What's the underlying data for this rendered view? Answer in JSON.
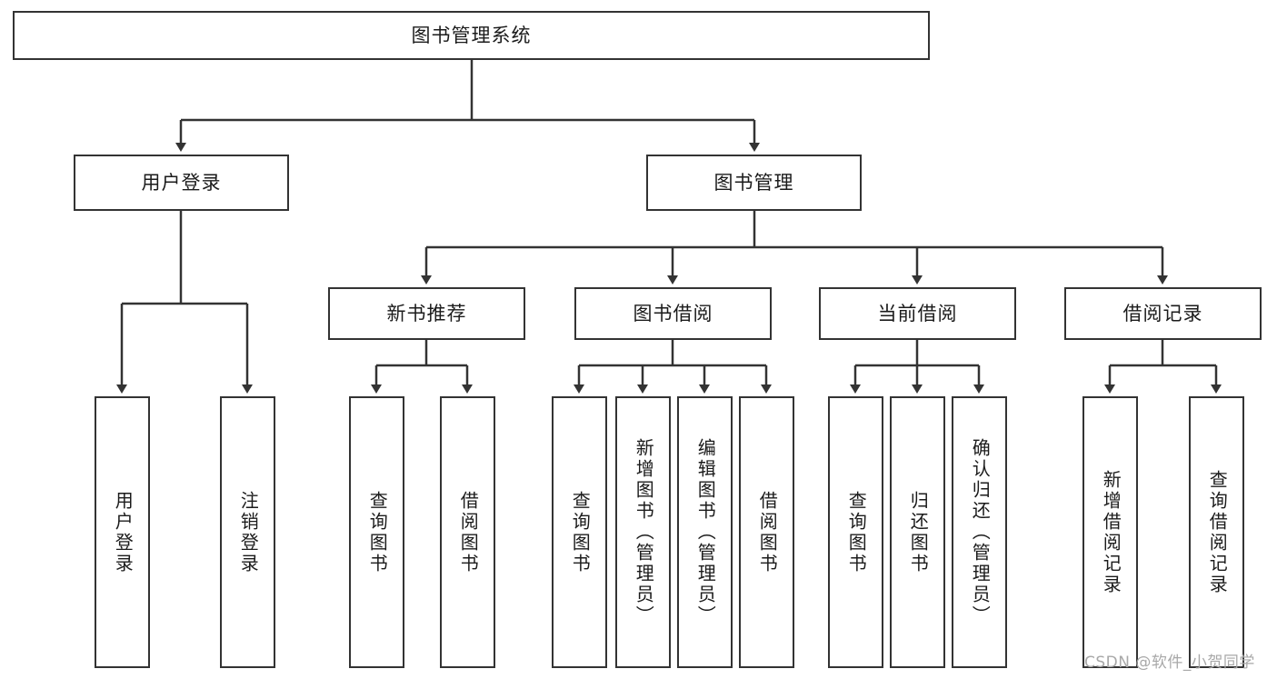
{
  "diagram": {
    "title": "图书管理系统",
    "kind": "tree-structure-chart",
    "root": {
      "label": "图书管理系统"
    },
    "level2": [
      {
        "label": "用户登录"
      },
      {
        "label": "图书管理"
      }
    ],
    "level3": [
      {
        "label": "新书推荐"
      },
      {
        "label": "图书借阅"
      },
      {
        "label": "当前借阅"
      },
      {
        "label": "借阅记录"
      }
    ],
    "leaves": {
      "user_login": [
        {
          "label": "用户登录"
        },
        {
          "label": "注销登录"
        }
      ],
      "new_book_recommend": [
        {
          "label": "查询图书"
        },
        {
          "label": "借阅图书"
        }
      ],
      "book_borrow": [
        {
          "label": "查询图书"
        },
        {
          "label": "新增图书（管理员）"
        },
        {
          "label": "编辑图书（管理员）"
        },
        {
          "label": "借阅图书"
        }
      ],
      "current_borrow": [
        {
          "label": "查询图书"
        },
        {
          "label": "归还图书"
        },
        {
          "label": "确认归还（管理员）"
        }
      ],
      "borrow_record": [
        {
          "label": "新增借阅记录"
        },
        {
          "label": "查询借阅记录"
        }
      ]
    }
  },
  "watermark": {
    "text": "CSDN @软件_小贺同学"
  },
  "colors": {
    "border": "#333333",
    "text": "#1b1b1b",
    "background": "#ffffff",
    "watermark": "#a8a8a8"
  }
}
